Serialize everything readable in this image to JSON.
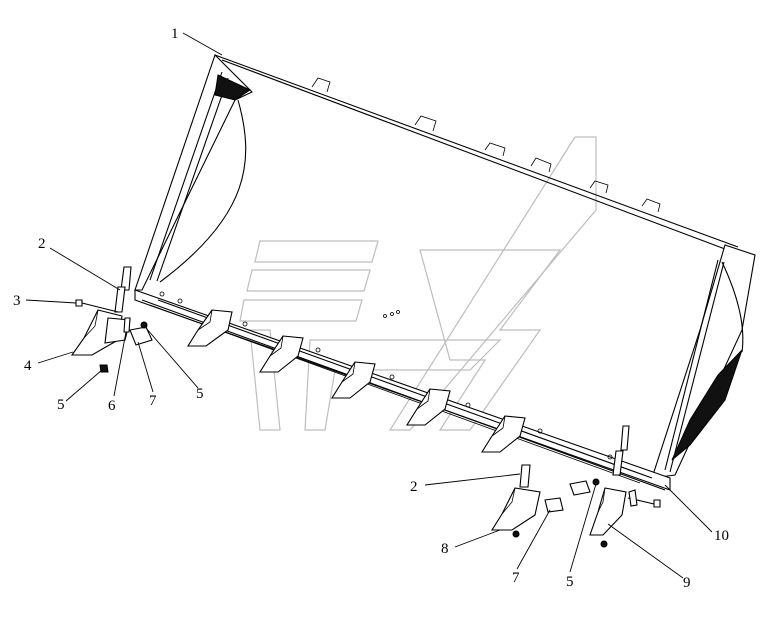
{
  "callouts": {
    "c1": "1",
    "c2a": "2",
    "c3": "3",
    "c4": "4",
    "c5a": "5",
    "c6": "6",
    "c7a": "7",
    "c5b": "5",
    "c2b": "2",
    "c8": "8",
    "c7b": "7",
    "c5c": "5",
    "c9": "9",
    "c10": "10"
  }
}
